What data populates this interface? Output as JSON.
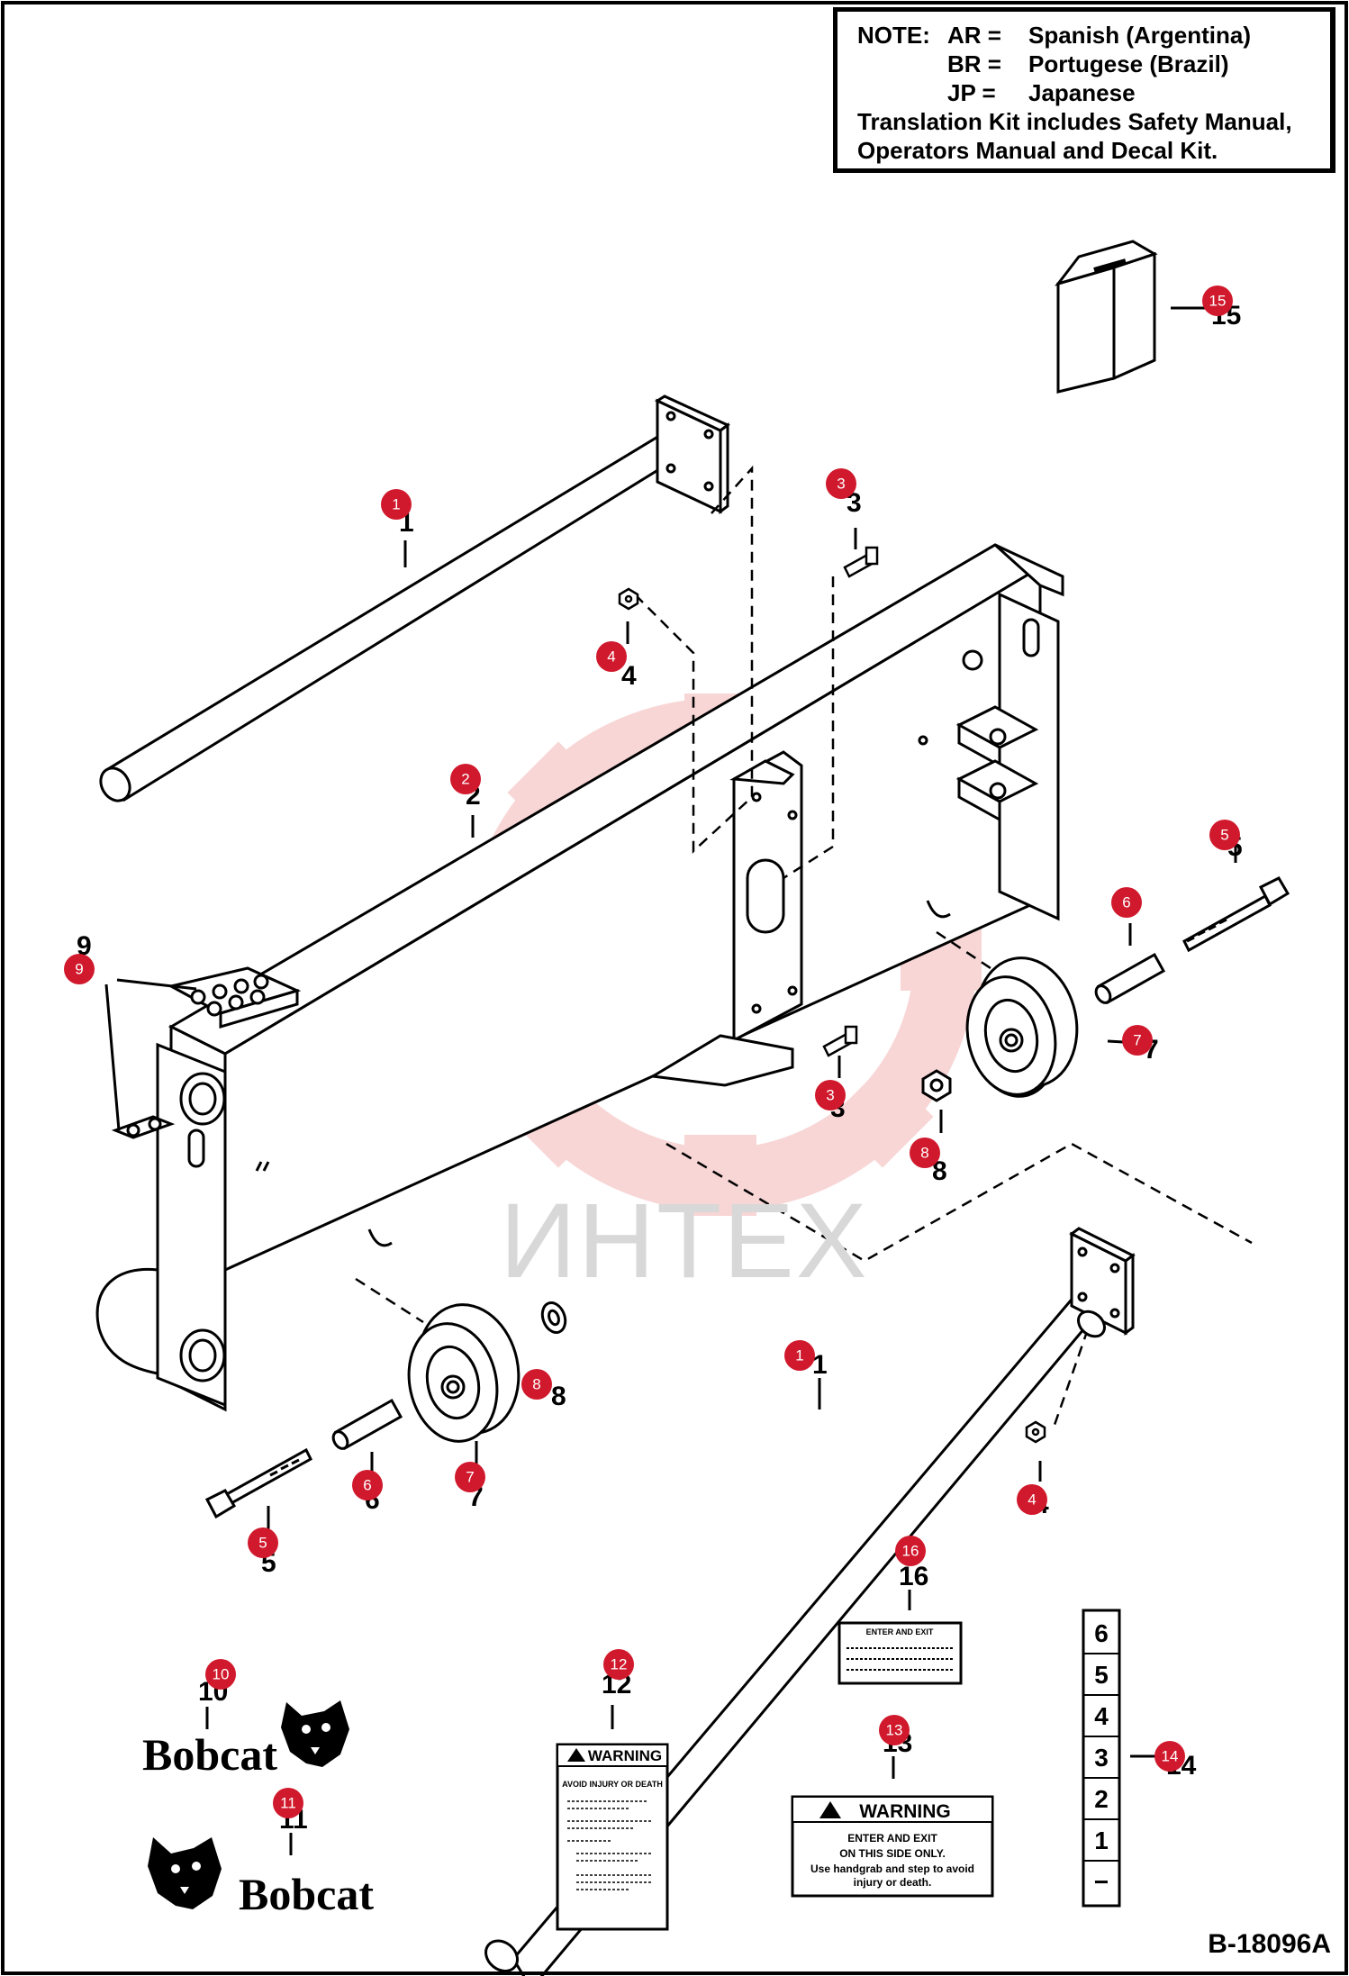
{
  "note": {
    "title": "NOTE:",
    "lines": [
      {
        "key": "AR =",
        "value": "Spanish (Argentina)"
      },
      {
        "key": "BR =",
        "value": "Portugese (Brazil)"
      },
      {
        "key": "JP =",
        "value": "Japanese"
      }
    ],
    "kit_line_1": "Translation Kit includes Safety Manual,",
    "kit_line_2": "Operators Manual and Decal Kit."
  },
  "figure_number": "B-18096A",
  "watermark": "ИНТЕХ",
  "markers": [
    "1",
    "2",
    "3",
    "4",
    "5",
    "6",
    "7",
    "8",
    "9",
    "10",
    "11",
    "12",
    "13",
    "14",
    "15",
    "16"
  ],
  "decals": {
    "warning_small": {
      "header": "WARNING",
      "subheader": "AVOID INJURY OR DEATH"
    },
    "warning_large": {
      "header": "WARNING",
      "line1": "ENTER AND EXIT",
      "line2": "ON THIS SIDE ONLY.",
      "line3": "Use handgrab and step to avoid",
      "line4": "injury or death."
    },
    "entry_decal": {
      "line1": "ENTER AND EXIT"
    },
    "logo_word": "Bobcat",
    "scale_numbers": [
      "6",
      "5",
      "4",
      "3",
      "2",
      "1",
      "−"
    ]
  },
  "colors": {
    "marker": "#d0192c",
    "watermark": "#f2b0b0",
    "ink": "#000000"
  }
}
